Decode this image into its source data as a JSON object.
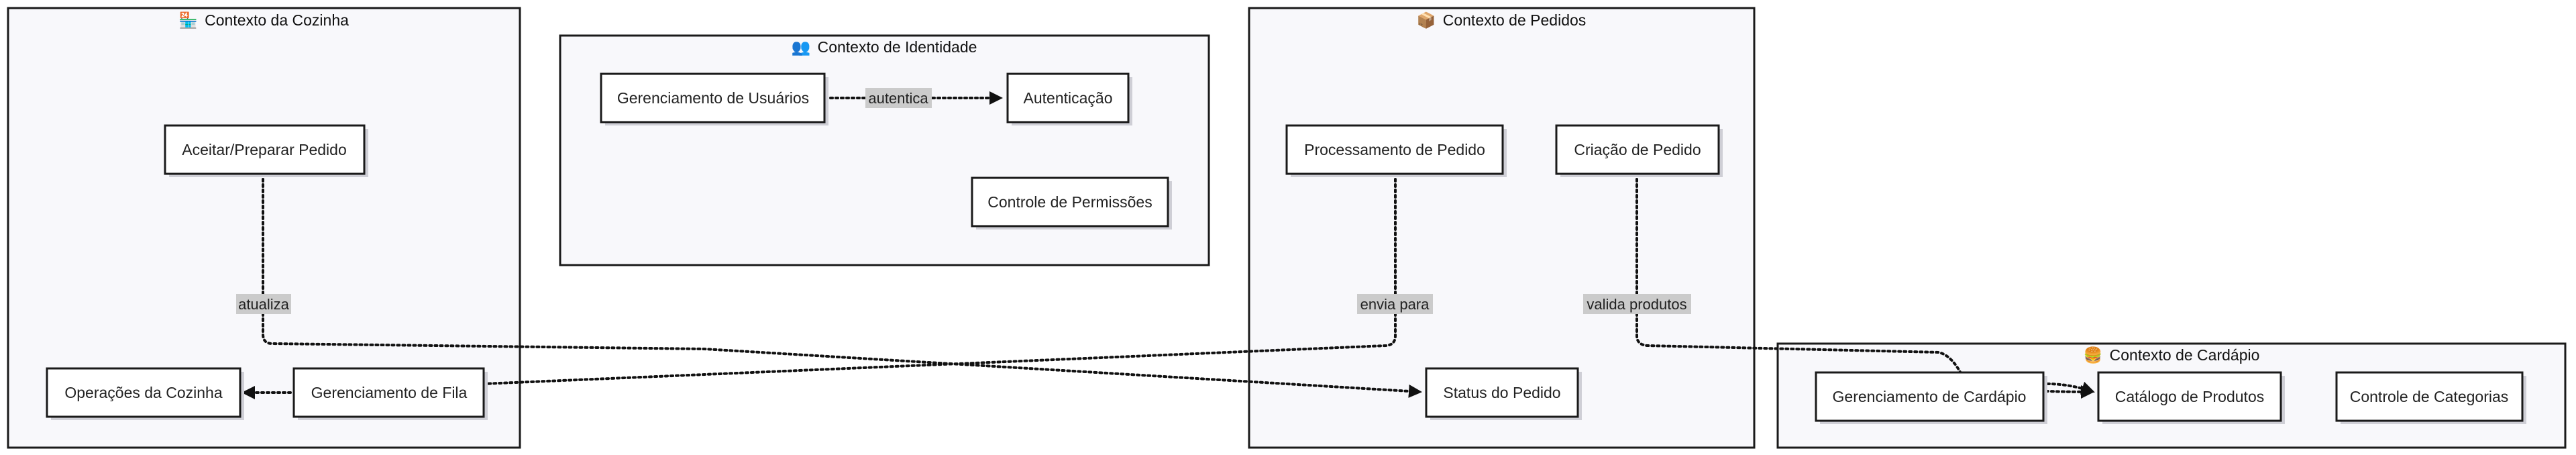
{
  "clusters": {
    "cozinha": {
      "icon": "🏪",
      "title": "Contexto da Cozinha"
    },
    "identidade": {
      "icon": "👥",
      "title": "Contexto de Identidade"
    },
    "pedidos": {
      "icon": "📦",
      "title": "Contexto de Pedidos"
    },
    "cardapio": {
      "icon": "🍔",
      "title": "Contexto de Cardápio"
    }
  },
  "nodes": {
    "aceitar": "Aceitar/Preparar Pedido",
    "operacoes": "Operações da Cozinha",
    "fila": "Gerenciamento de Fila",
    "usuarios": "Gerenciamento de Usuários",
    "autenticacao": "Autenticação",
    "permissoes": "Controle de Permissões",
    "processamento": "Processamento de Pedido",
    "criacao": "Criação de Pedido",
    "status": "Status do Pedido",
    "ger_cardapio": "Gerenciamento de Cardápio",
    "catalogo": "Catálogo de Produtos",
    "categorias": "Controle de Categorias"
  },
  "edges": {
    "autentica": "autentica",
    "atualiza": "atualiza",
    "envia_para": "envia para",
    "valida_produtos": "valida produtos"
  },
  "colors": {
    "stroke": "#1a1a1a",
    "cluster_fill": "#f8f8fb",
    "edge_label_bg": "#cbcbcb"
  }
}
